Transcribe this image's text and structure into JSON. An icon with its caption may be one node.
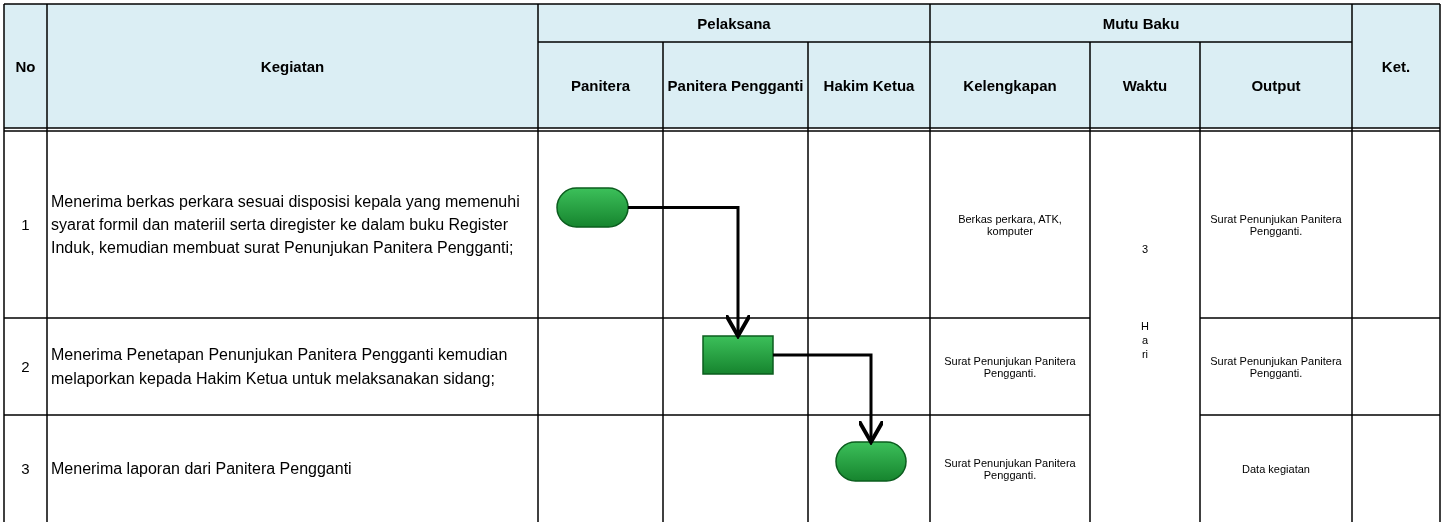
{
  "diagram": {
    "nodes": [
      {
        "text": [],
        "shape": "terminator"
      },
      {
        "text": [],
        "shape": "box"
      },
      {
        "text": [],
        "shape": "terminator"
      }
    ],
    "edges": [
      {
        "from": 0,
        "to": 1,
        "arrow": "to"
      },
      {
        "from": 1,
        "to": 2,
        "arrow": "to"
      }
    ],
    "labels": [
      "No",
      "Kegiatan",
      "Pelaksana",
      "Mutu Baku",
      "Ket.",
      "Panitera",
      "Panitera Pengganti",
      "Hakim Ketua",
      "Kelengkapan",
      "Waktu",
      "Output",
      "1",
      "Menerima berkas perkara sesuai disposisi kepala yang memenuhi syarat formil dan materiil serta diregister ke dalam buku Register Induk, kemudian membuat surat Penunjukan Panitera Pengganti;",
      "Berkas perkara, ATK, komputer",
      "3",
      "Hari",
      "Surat Penunjukan Panitera Pengganti.",
      "2",
      "Menerima Penetapan Penunjukan Panitera Pengganti kemudian melaporkan kepada Hakim Ketua untuk melaksanakan sidang;",
      "Surat Penunjukan Panitera Pengganti.",
      "Surat Penunjukan Panitera Pengganti.",
      "3",
      "Menerima laporan dari Panitera Pengganti",
      "Surat Penunjukan Panitera Pengganti.",
      "Data kegiatan"
    ]
  }
}
